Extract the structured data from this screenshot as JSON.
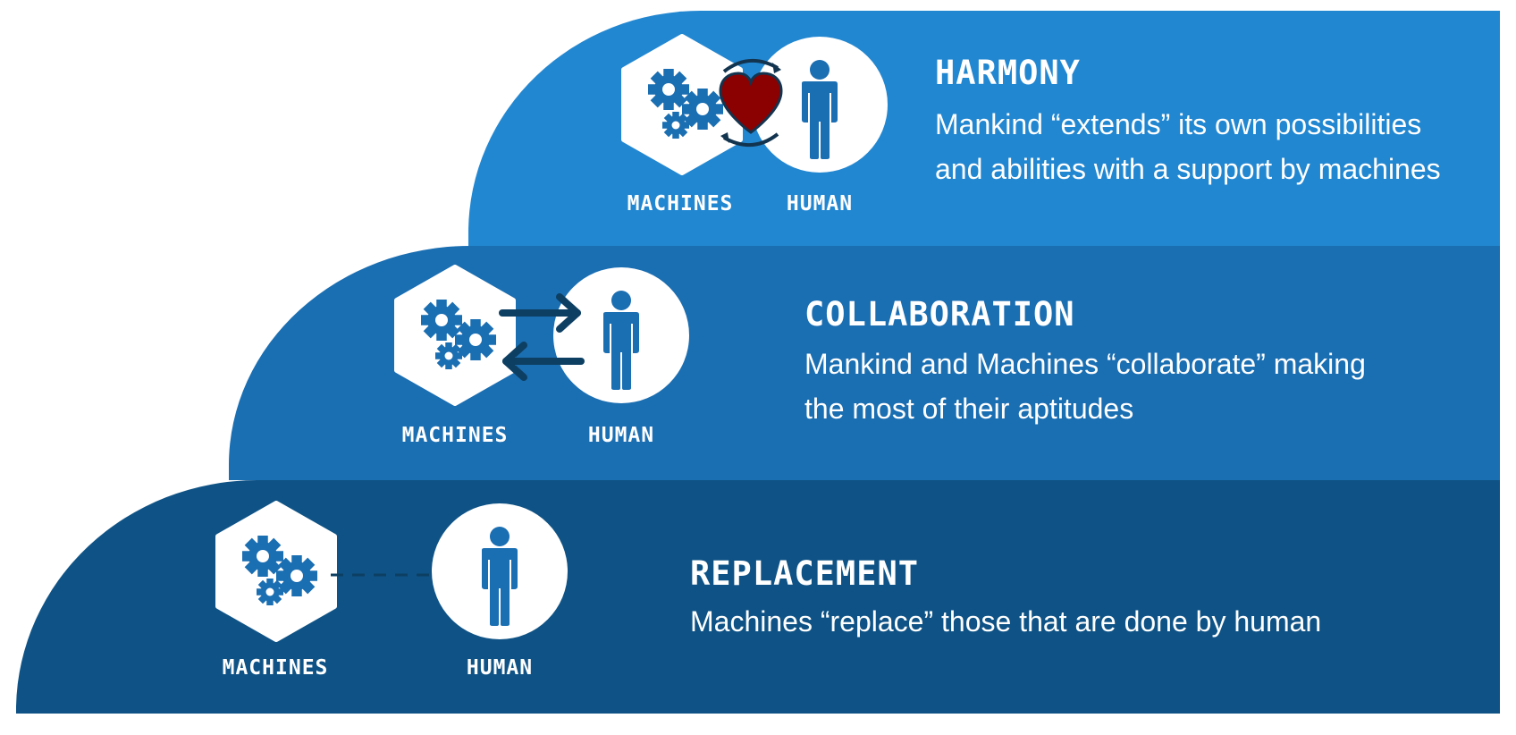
{
  "colors": {
    "harmony": "#2287d1",
    "collaboration": "#1a6eb2",
    "replacement": "#0f5386",
    "icon_blue": "#1a6eb2",
    "heart": "#8b0000",
    "arrow_dark": "#0d3f63"
  },
  "tiers": [
    {
      "id": "harmony",
      "title": "HARMONY",
      "description_lines": [
        "Mankind “extends” its own possibilities",
        "and abilities with a support by machines"
      ],
      "machines_label": "MACHINES",
      "human_label": "HUMAN",
      "connector": "heart-cycle-icon"
    },
    {
      "id": "collaboration",
      "title": "COLLABORATION",
      "description_lines": [
        "Mankind and Machines “collaborate” making",
        "the most of their aptitudes"
      ],
      "machines_label": "MACHINES",
      "human_label": "HUMAN",
      "connector": "bidirectional-arrows-icon"
    },
    {
      "id": "replacement",
      "title": "REPLACEMENT",
      "description_lines": [
        "Machines “replace” those that are done by human"
      ],
      "machines_label": "MACHINES",
      "human_label": "HUMAN",
      "connector": "dashed-line-icon"
    }
  ]
}
